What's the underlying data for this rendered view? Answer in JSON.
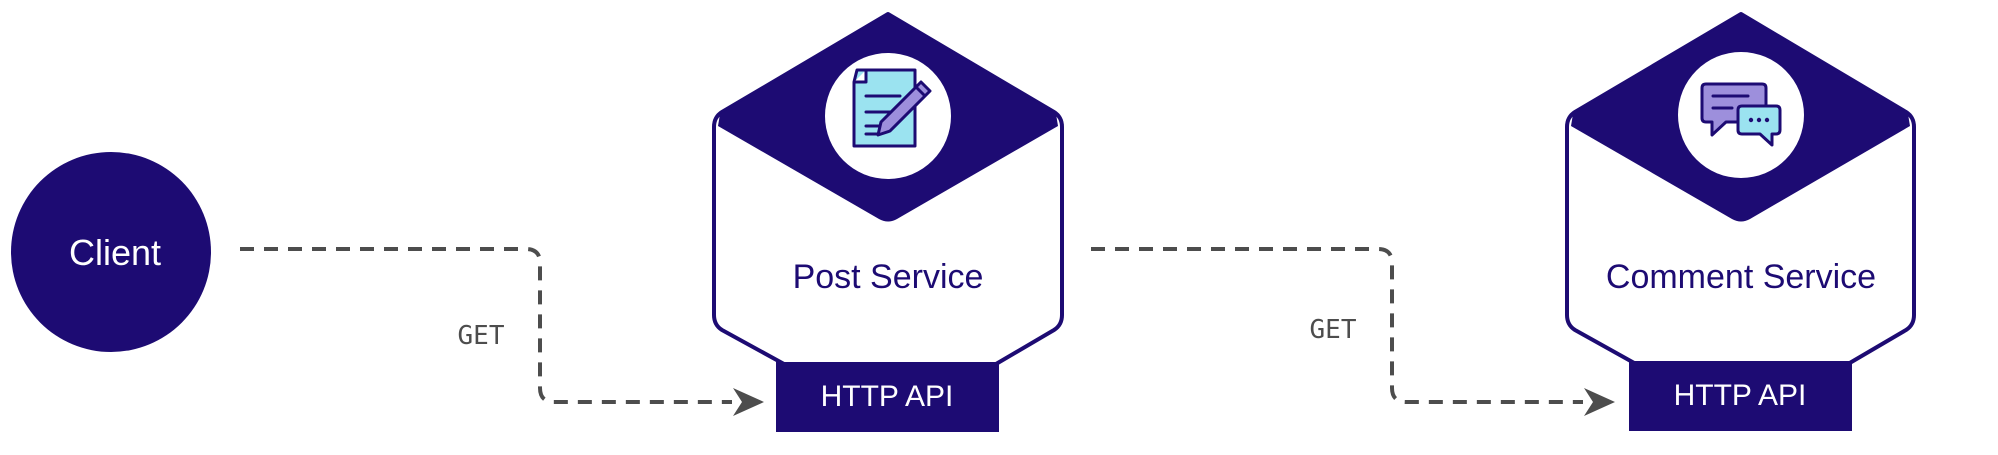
{
  "nodes": {
    "client": {
      "label": "Client"
    },
    "post_service": {
      "label": "Post Service",
      "api_label": "HTTP API",
      "icon": "document-edit-icon"
    },
    "comment_service": {
      "label": "Comment Service",
      "api_label": "HTTP API",
      "icon": "chat-bubbles-icon"
    }
  },
  "edges": [
    {
      "from": "client",
      "to": "post_service",
      "label": "GET"
    },
    {
      "from": "post_service",
      "to": "comment_service",
      "label": "GET"
    }
  ],
  "colors": {
    "primary": "#1d0b73",
    "connector": "#4d4d4d",
    "icon_light": "#9be3f0",
    "icon_accent": "#9d8fdc",
    "text_light": "#ffffff"
  }
}
